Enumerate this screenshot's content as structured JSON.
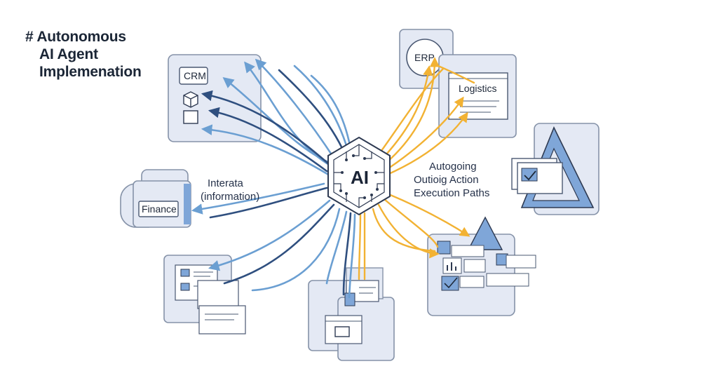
{
  "title": {
    "line1": "# Autonomous",
    "line2": "AI Agent",
    "line3": "Implemenation"
  },
  "hub": {
    "label": "AI"
  },
  "nodes": {
    "crm": "CRM",
    "finance": "Finance",
    "erp": "ERP",
    "logistics": "Logistics"
  },
  "labels": {
    "inbound_line1": "Interata",
    "inbound_line2": "(information)",
    "outbound_line1": "Autogoing",
    "outbound_line2": "Outioig Action",
    "outbound_line3": "Execution Paths"
  },
  "colors": {
    "inbound_light": "#6b9fd2",
    "inbound_dark": "#2f4f7f",
    "outbound": "#f2b233",
    "panel_fill": "#e4e9f4",
    "panel_stroke": "#8592a8",
    "accent_fill": "#7fa6d8"
  }
}
